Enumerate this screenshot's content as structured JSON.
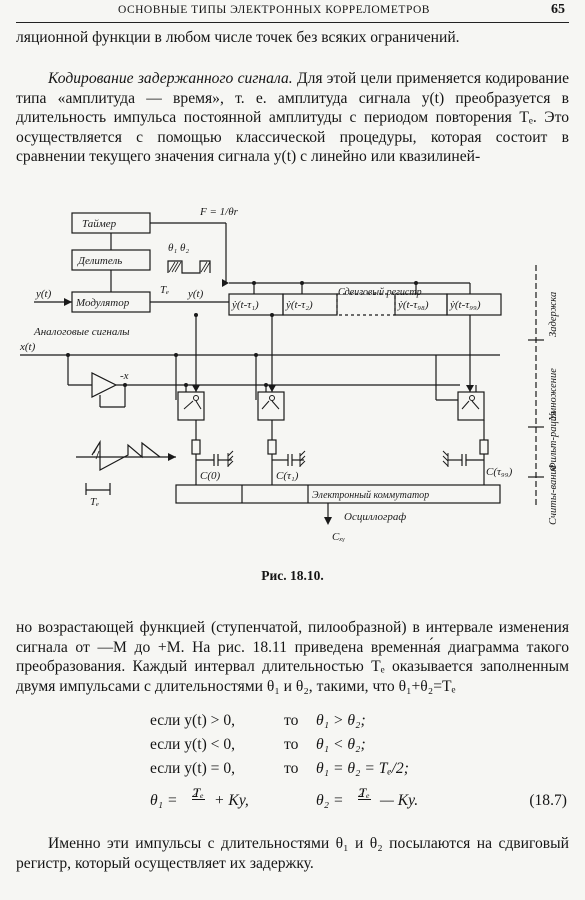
{
  "header": {
    "running_title": "ОСНОВНЫЕ ТИПЫ ЭЛЕКТРОННЫХ КОРРЕЛОМЕТРОВ",
    "page_number": "65"
  },
  "para1": "ляционной функции в любом числе точек без всяких ограничений.",
  "para2_title": "Кодирование задержанного сигнала.",
  "para2_body": "Для этой цели применяется кодирование типа «амплитуда — время», т. е. амплитуда сигнала y(t) преобразуется в длительность импульса постоянной амплитуды с периодом повторения Tₑ. Это осуществляется с помощью классической процедуры, которая состоит в сравнении текущего значения сигнала y(t) с линейно или квазилиней-",
  "figure": {
    "timer": "Таймер",
    "divider": "Делитель",
    "modulator": "Модулятор",
    "freq_label": "F = 1/θr",
    "theta_labels": "θ₁ θ₂",
    "te_label": "Tₑ",
    "y_in": "y(t)",
    "y_mod": "y(t)",
    "reg1": "ẏ(t-τ₁)",
    "reg2": "ẏ(t-τ₂)",
    "reg_mid": "Сдвиговый регистр",
    "reg98": "ẏ(t-τ₉₈)",
    "reg99": "ẏ(t-τ₉₉)",
    "analog_label": "Аналоговые сигналы",
    "x_in": "x(t)",
    "minus_x": "-x",
    "c0": "C(0)",
    "c1": "C(τ₁)",
    "c99": "C(τ₉₉)",
    "te_bottom": "Tₑ",
    "commutator": "Электронный коммутатор",
    "oscillograph": "Осциллограф",
    "cxy": "Cₓᵧ",
    "side_delay": "Задержка",
    "side_mult": "Умножение",
    "side_filter": "Фильт-рация",
    "side_read": "Считы-вание"
  },
  "caption": "Рис. 18.10.",
  "para3": "но возрастающей функцией (ступенчатой, пилообразной) в интервале изменения сигнала от —M до +M. На рис. 18.11 приведена временна́я диаграмма такого преобразования. Каждый интервал длительностью Tₑ оказывается заполненным двумя импульсами с длительностями θ₁ и θ₂, такими, что θ₁+θ₂=Tₑ",
  "eq": {
    "r1a": "если y(t) > 0,",
    "r1b": "то",
    "r1c": "θ₁ > θ₂;",
    "r2a": "если y(t) < 0,",
    "r2b": "то",
    "r2c": "θ₁ < θ₂;",
    "r3a": "если y(t) = 0,",
    "r3b": "то",
    "r3c": "θ₁ = θ₂ = Tₑ/2;",
    "r4a_lhs": "θ₁ =",
    "r4a_num": "Tₑ",
    "r4a_den": "2",
    "r4a_rhs": "+ Ky,",
    "r4b_lhs": "θ₂ =",
    "r4b_num": "Tₑ",
    "r4b_den": "2",
    "r4b_rhs": "— Ky.",
    "number": "(18.7)"
  },
  "para4": "Именно эти импульсы с длительностями θ₁ и θ₂ посылаются на сдвиговый регистр, который осуществляет их задержку."
}
